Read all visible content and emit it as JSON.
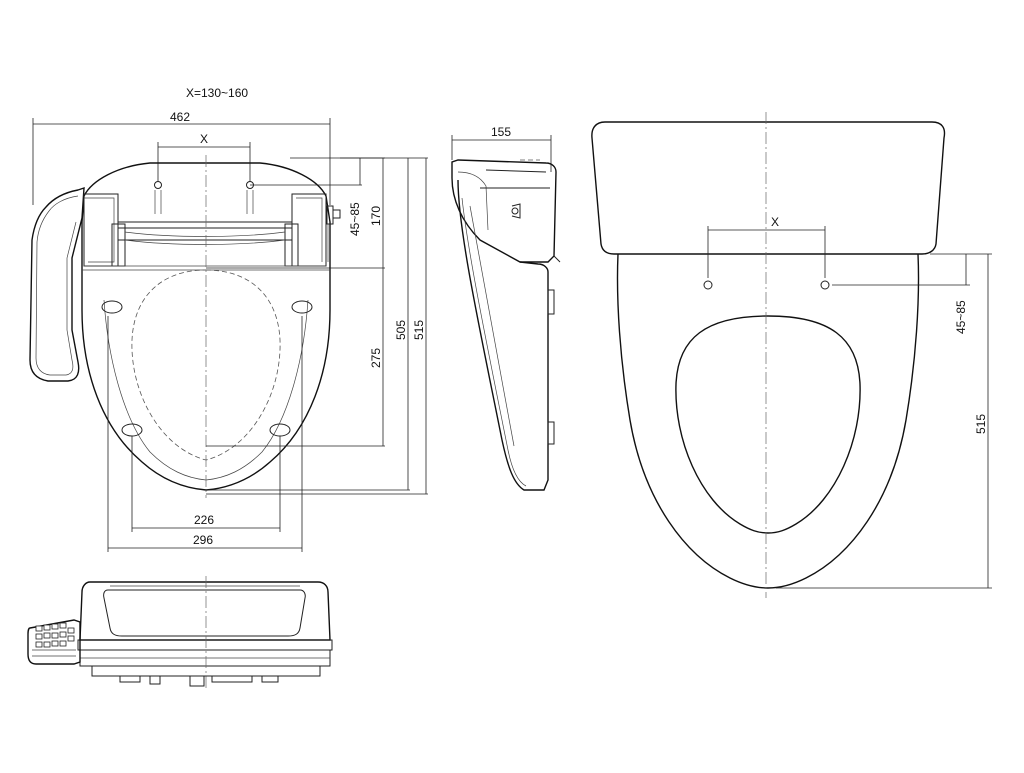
{
  "drawing": {
    "x_range_note": "X=130~160",
    "front_view": {
      "overall_width": "462",
      "hole_spacing": "X",
      "hinge_offset": "45~85",
      "hinge_depth": "170",
      "seat_length_inner": "505",
      "seat_length_total": "515",
      "opening_length": "275",
      "bottom_width_inner": "226",
      "bottom_width_outer": "296"
    },
    "side_view": {
      "height": "155"
    },
    "bowl_view": {
      "hole_spacing": "X",
      "hinge_offset": "45~85",
      "bowl_length": "515"
    }
  }
}
